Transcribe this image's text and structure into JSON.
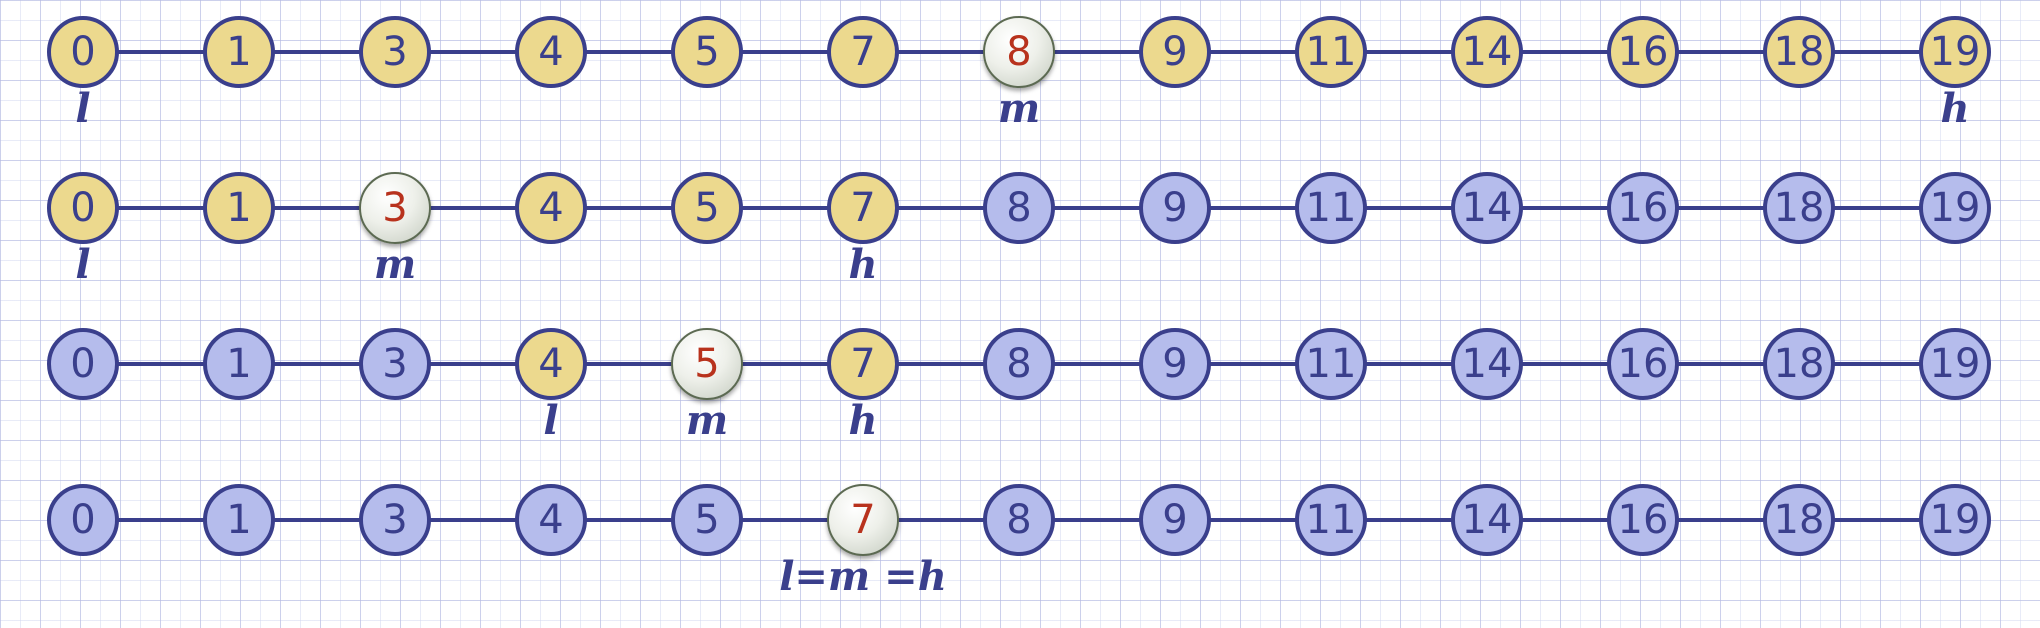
{
  "values": [
    "0",
    "1",
    "3",
    "4",
    "5",
    "7",
    "8",
    "9",
    "11",
    "14",
    "16",
    "18",
    "19"
  ],
  "colors": {
    "line": "#3a3f8c",
    "active_fill": "#ecd98e",
    "inactive_fill": "#b5bcec",
    "mid_text": "#b8321d"
  },
  "steps": [
    {
      "low": 0,
      "mid": 6,
      "high": 12,
      "labels": [
        {
          "text": "l",
          "index": 0
        },
        {
          "text": "m",
          "index": 6
        },
        {
          "text": "h",
          "index": 12
        }
      ]
    },
    {
      "low": 0,
      "mid": 2,
      "high": 5,
      "labels": [
        {
          "text": "l",
          "index": 0
        },
        {
          "text": "m",
          "index": 2
        },
        {
          "text": "h",
          "index": 5
        }
      ]
    },
    {
      "low": 3,
      "mid": 4,
      "high": 5,
      "labels": [
        {
          "text": "l",
          "index": 3
        },
        {
          "text": "m",
          "index": 4
        },
        {
          "text": "h",
          "index": 5
        }
      ]
    },
    {
      "low": 5,
      "mid": 5,
      "high": 5,
      "labels": [
        {
          "text": "l=m =h",
          "index": 5
        }
      ]
    }
  ]
}
